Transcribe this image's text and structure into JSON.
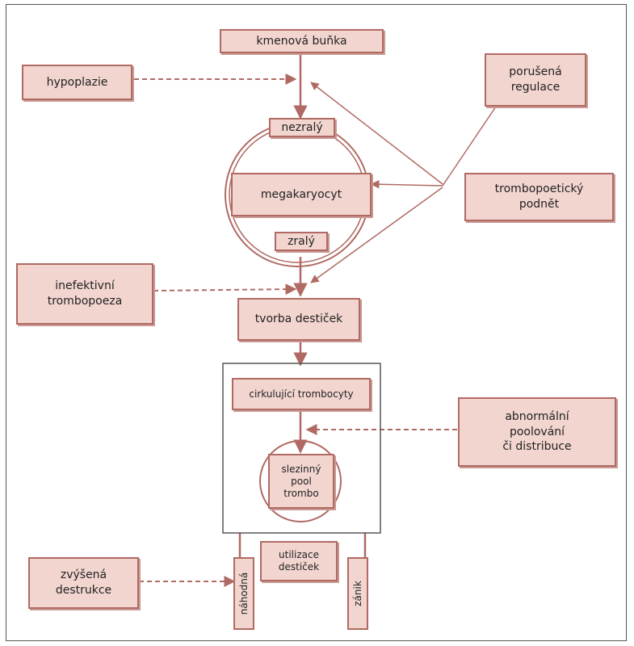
{
  "colors": {
    "box_fill": "#f2d5cf",
    "box_border": "#b06a63",
    "arrow": "#b06a63"
  },
  "nodes": {
    "stem_cell": "kmenová buňka",
    "hypoplasia": "hypoplazie",
    "disturbed_regulation": "porušená\nregulace",
    "immature": "nezralý",
    "megakaryocyte": "megakaryocyt",
    "thrombopoietic_stimulus": "trombopoetický\npodnět",
    "mature": "zralý",
    "ineffective_thrombopoiesis": "inefektivní\ntrombopoeza",
    "platelet_formation": "tvorba destiček",
    "circulating_platelets": "cirkulující trombocyty",
    "abnormal_pooling": "abnormální\npoolování\nči distribuce",
    "splenic_pool": "slezinný\npool\ntrombo",
    "platelet_utilization": "utilizace\ndestiček",
    "increased_destruction": "zvýšená\ndestrukce",
    "random": "náhodná",
    "demise": "zánik"
  }
}
